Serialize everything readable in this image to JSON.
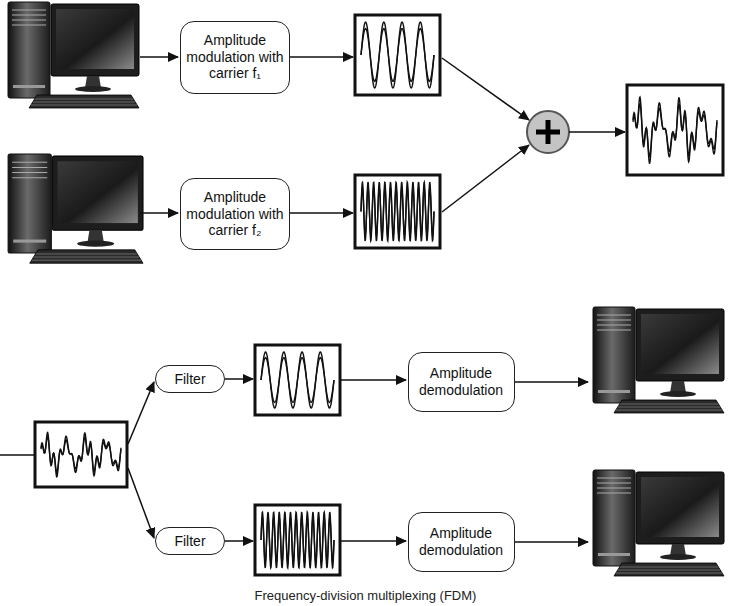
{
  "diagram": {
    "caption": "Frequency-division multiplexing (FDM)",
    "nodes": [
      {
        "text": [
          "Amplitude modulation with carrier f₁"
        ]
      },
      {
        "text": [
          "Amplitude modulation with carrier f₂"
        ]
      },
      {
        "text": [
          "Filter"
        ]
      },
      {
        "text": [
          "Amplitude demodulation"
        ]
      },
      {
        "text": [
          "Filter"
        ]
      },
      {
        "text": [
          "Amplitude demodulation"
        ]
      }
    ]
  }
}
